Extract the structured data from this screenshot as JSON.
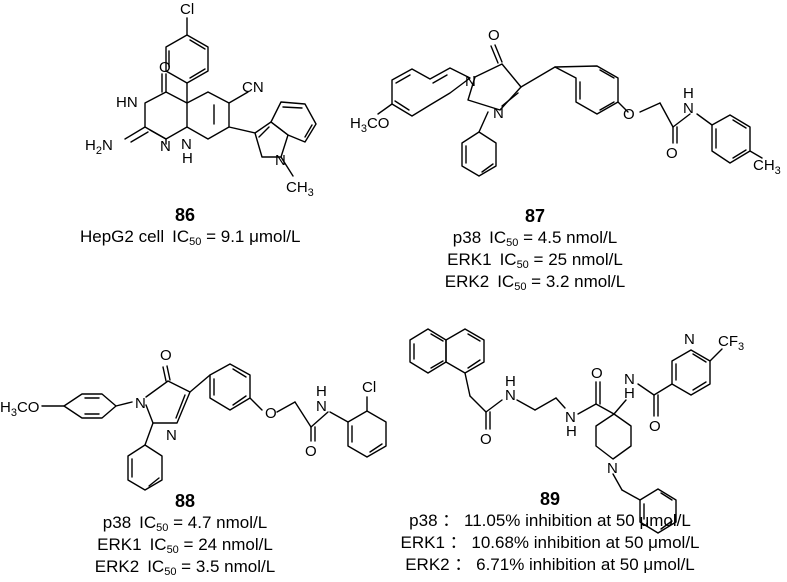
{
  "compounds": [
    {
      "number": "86",
      "atoms": {
        "cl": "Cl",
        "o": "O",
        "hn": "HN",
        "cn": "CN",
        "h2n": "H2N",
        "n1": "N",
        "nh": "N",
        "h": "H",
        "n_indole": "N",
        "ch3": "CH3"
      },
      "activity": [
        {
          "target": "HepG2 cell",
          "metric": "IC50",
          "value": "9.1 μmol/L"
        }
      ]
    },
    {
      "number": "87",
      "atoms": {
        "o_top": "O",
        "n1": "N",
        "n2": "N",
        "h3co": "H3CO",
        "o_ether": "O",
        "o_amide": "O",
        "h": "H",
        "n_amide": "N",
        "ch3": "CH3"
      },
      "activity": [
        {
          "target": "p38",
          "metric": "IC50",
          "value": "4.5 nmol/L"
        },
        {
          "target": "ERK1",
          "metric": "IC50",
          "value": "25 nmol/L"
        },
        {
          "target": "ERK2",
          "metric": "IC50",
          "value": "3.2 nmol/L"
        }
      ]
    },
    {
      "number": "88",
      "atoms": {
        "h3co": "H3CO",
        "o_top": "O",
        "n1": "N",
        "n2": "N",
        "o_ether": "O",
        "o_amide": "O",
        "h": "H",
        "n_amide": "N",
        "cl": "Cl"
      },
      "activity": [
        {
          "target": "p38",
          "metric": "IC50",
          "value": "4.7 nmol/L"
        },
        {
          "target": "ERK1",
          "metric": "IC50",
          "value": "24 nmol/L"
        },
        {
          "target": "ERK2",
          "metric": "IC50",
          "value": "3.5 nmol/L"
        }
      ]
    },
    {
      "number": "89",
      "atoms": {
        "cf3": "CF3",
        "n_pyr": "N",
        "o1": "O",
        "o2": "O",
        "o3": "O",
        "h1": "H",
        "h2": "H",
        "h3": "H",
        "n1": "N",
        "n2": "N",
        "n3": "N",
        "n_pip": "N"
      },
      "activity": [
        {
          "target": "p38",
          "sep": "：",
          "value": "11.05% inhibition at 50 μmol/L"
        },
        {
          "target": "ERK1",
          "sep": "：",
          "value": "10.68% inhibition at 50 μmol/L"
        },
        {
          "target": "ERK2",
          "sep": "：",
          "value": "6.71% inhibition at 50 μmol/L"
        }
      ]
    }
  ]
}
